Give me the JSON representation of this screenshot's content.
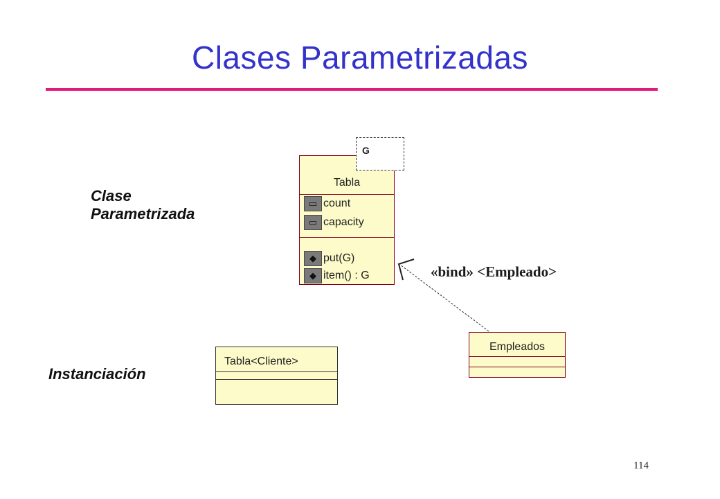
{
  "slide": {
    "title": "Clases Parametrizadas",
    "page_number": "114"
  },
  "labels": {
    "parametrized_line1": "Clase",
    "parametrized_line2": "Parametrizada",
    "instantiation": "Instanciación"
  },
  "template_class": {
    "name": "Tabla",
    "parameter": "G",
    "attributes": [
      "count",
      "capacity"
    ],
    "operations": [
      "put(G)",
      "item() : G"
    ]
  },
  "bound_class": {
    "name": "Empleados"
  },
  "instance_class": {
    "name": "Tabla<Cliente>"
  },
  "binding": {
    "label": "«bind» <Empleado>"
  },
  "colors": {
    "title": "#3333cc",
    "rule": "#e6197a",
    "class_fill": "#fdfbc9",
    "class_border": "#800020"
  }
}
